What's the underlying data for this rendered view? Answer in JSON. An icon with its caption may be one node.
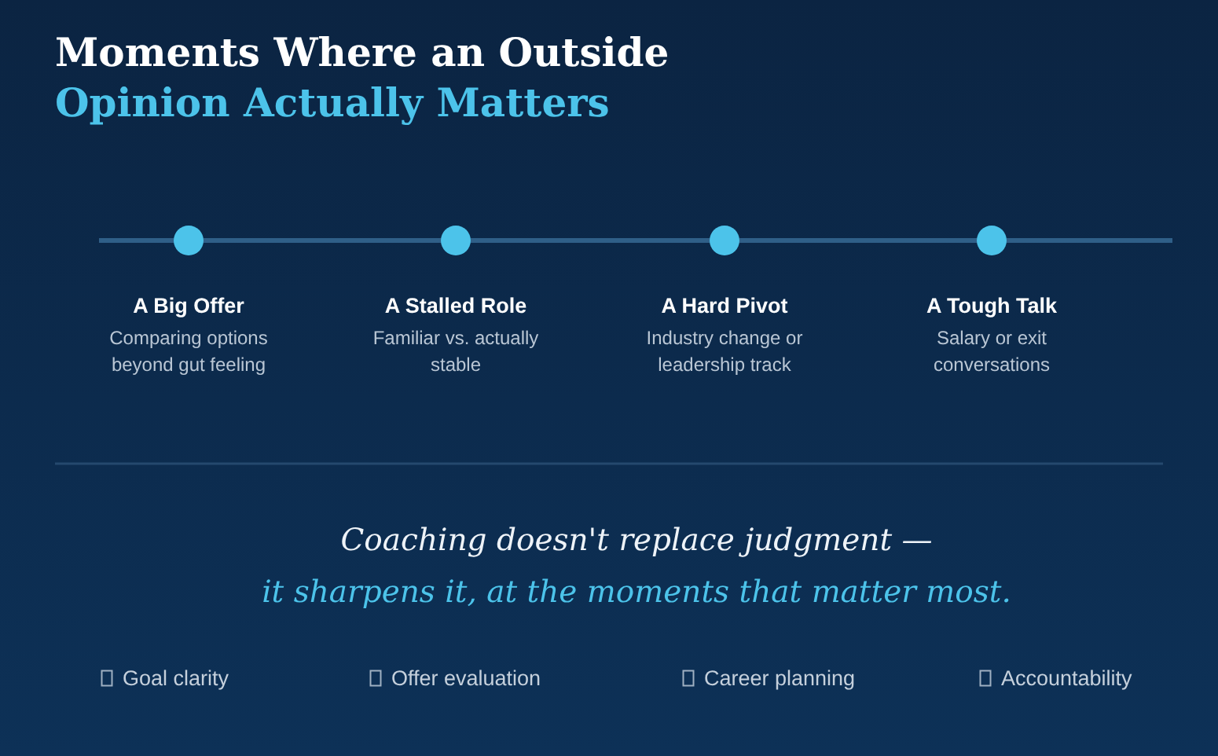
{
  "diagram": {
    "title": "Moments Where an Outside",
    "nodes": [
      {
        "text": [
          "A Big Offer",
          "Comparing options beyond gut feeling"
        ]
      },
      {
        "text": [
          "A Stalled Role",
          "Familiar vs. actually stable"
        ]
      },
      {
        "text": [
          "A Hard Pivot",
          "Industry change or leadership track"
        ]
      },
      {
        "text": [
          "A Tough Talk",
          "Salary or exit conversations"
        ]
      }
    ],
    "labels": [
      "Opinion Actually Matters",
      "Coaching doesn't replace judgment —",
      "it sharpens it, at the moments that matter most.",
      "Goal clarity",
      "Offer evaluation",
      "Career planning",
      "Accountability"
    ]
  }
}
